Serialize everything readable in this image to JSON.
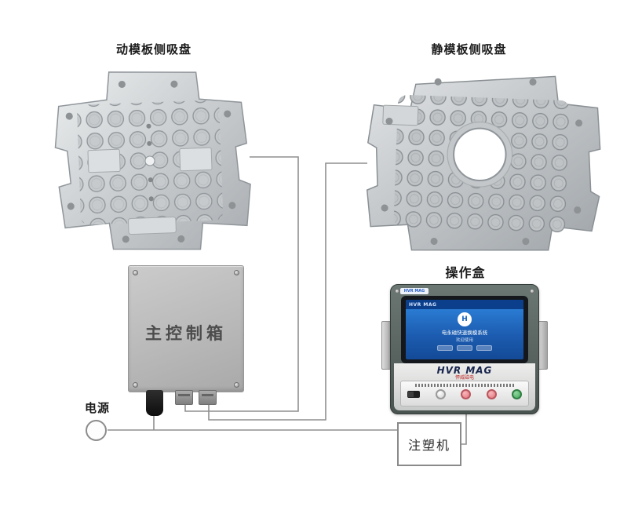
{
  "labels": {
    "moving_platen": "动模板侧吸盘",
    "static_platen": "静模板侧吸盘",
    "main_control_box": "主控制箱",
    "operation_box": "操作盒",
    "power_supply": "电源",
    "injection_machine": "注塑机"
  },
  "operation_box": {
    "chip_text": "HVR MAG",
    "screen_header": "HVR MAG",
    "logo_letter": "H",
    "screen_title": "电永磁快速换模系统",
    "screen_subtitle": "欢迎使用",
    "brand": "HVR MAG",
    "brand_sub": "悍威磁电"
  },
  "colors": {
    "wire": "#8f8f8f",
    "plate_silver": "#c6cacc",
    "screen_blue": "#1c5cb0",
    "frame_green": "#5d6a66",
    "button_red": "#e4747c",
    "button_green": "#46a85c"
  }
}
